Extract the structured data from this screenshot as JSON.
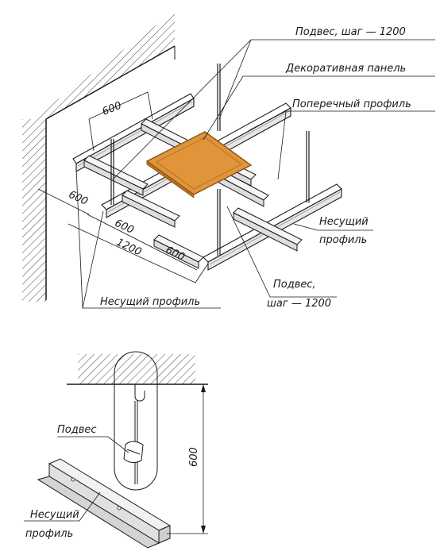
{
  "top_diagram": {
    "labels": {
      "hanger_top": "Подвес, шаг — 1200",
      "decorative_panel": "Декоративная панель",
      "cross_profile": "Поперечный профиль",
      "bearing_profile_right_line1": "Несущий",
      "bearing_profile_right_line2": "профиль",
      "hanger_bottom_line1": "Подвес,",
      "hanger_bottom_line2": "шаг — 1200",
      "bearing_profile_bottom": "Несущий профиль"
    },
    "dimensions": {
      "top": "600",
      "left": "600",
      "mid": "600",
      "bottom_total": "1200",
      "bottom_right": "600"
    },
    "colors": {
      "panel": "#e0953a",
      "panel_edge": "#8a5316",
      "line": "#1a1a1a"
    }
  },
  "bottom_diagram": {
    "labels": {
      "hanger": "Подвес",
      "bearing_profile_line1": "Несущий",
      "bearing_profile_line2": "профиль"
    },
    "dimensions": {
      "vertical": "600"
    }
  }
}
